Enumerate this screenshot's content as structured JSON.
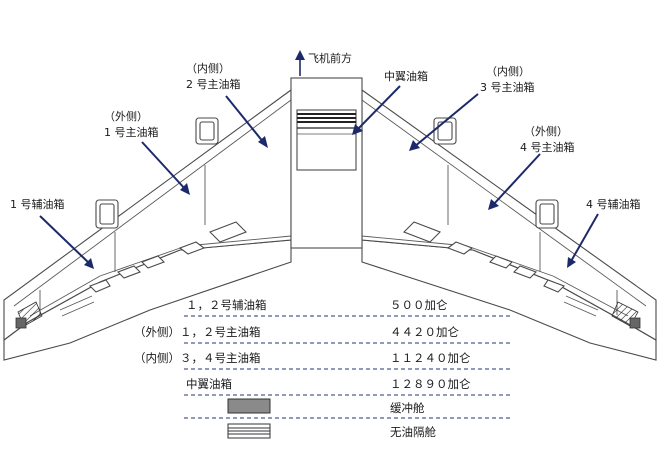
{
  "labels": {
    "forward": "飞机前方",
    "center_tank": "中翼油箱",
    "inner_left_prefix": "（内侧）",
    "inner_left_name": "2 号主油箱",
    "outer_left_prefix": "（外侧）",
    "outer_left_name": "1 号主油箱",
    "aux_left": "1 号辅油箱",
    "inner_right_prefix": "（内侧）",
    "inner_right_name": "3 号主油箱",
    "outer_right_prefix": "（外侧）",
    "outer_right_name": "4 号主油箱",
    "aux_right": "4 号辅油箱"
  },
  "legend": {
    "rows": [
      {
        "name": "１，２号辅油箱",
        "value": "５００加仑"
      },
      {
        "name": "（外侧）１，２号主油箱",
        "value": "４４２０加仑"
      },
      {
        "name": "（内侧）３，４号主油箱",
        "value": "１１２４０加仑"
      },
      {
        "name": "中翼油箱",
        "value": "１２８９０加仑"
      }
    ],
    "surge_label": "缓冲舱",
    "dry_label": "无油隔舱"
  },
  "colors": {
    "arrow": "#1c2a6b",
    "dash": "#26357a",
    "surge_fill": "#8a8a8a",
    "outline": "#4a4a4a"
  }
}
